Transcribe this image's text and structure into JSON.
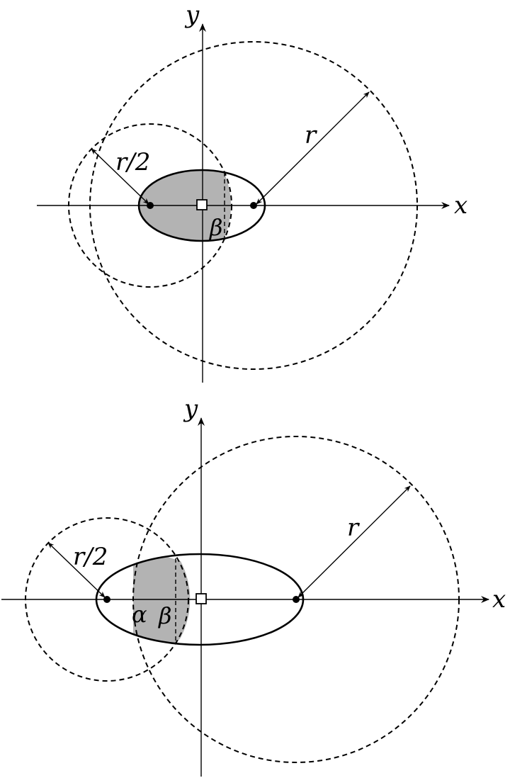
{
  "panels": [
    {
      "id": "top",
      "axis_x_label": "x",
      "axis_y_label": "y",
      "big_radius_label": "r",
      "small_radius_label": "r/2",
      "beta_label": "β"
    },
    {
      "id": "bottom",
      "axis_x_label": "x",
      "axis_y_label": "y",
      "big_radius_label": "r",
      "small_radius_label": "r/2",
      "alpha_label": "α",
      "beta_label": "β"
    }
  ],
  "colors": {
    "stroke": "#000000",
    "shading": "#b3b3b3",
    "background": "#ffffff"
  }
}
